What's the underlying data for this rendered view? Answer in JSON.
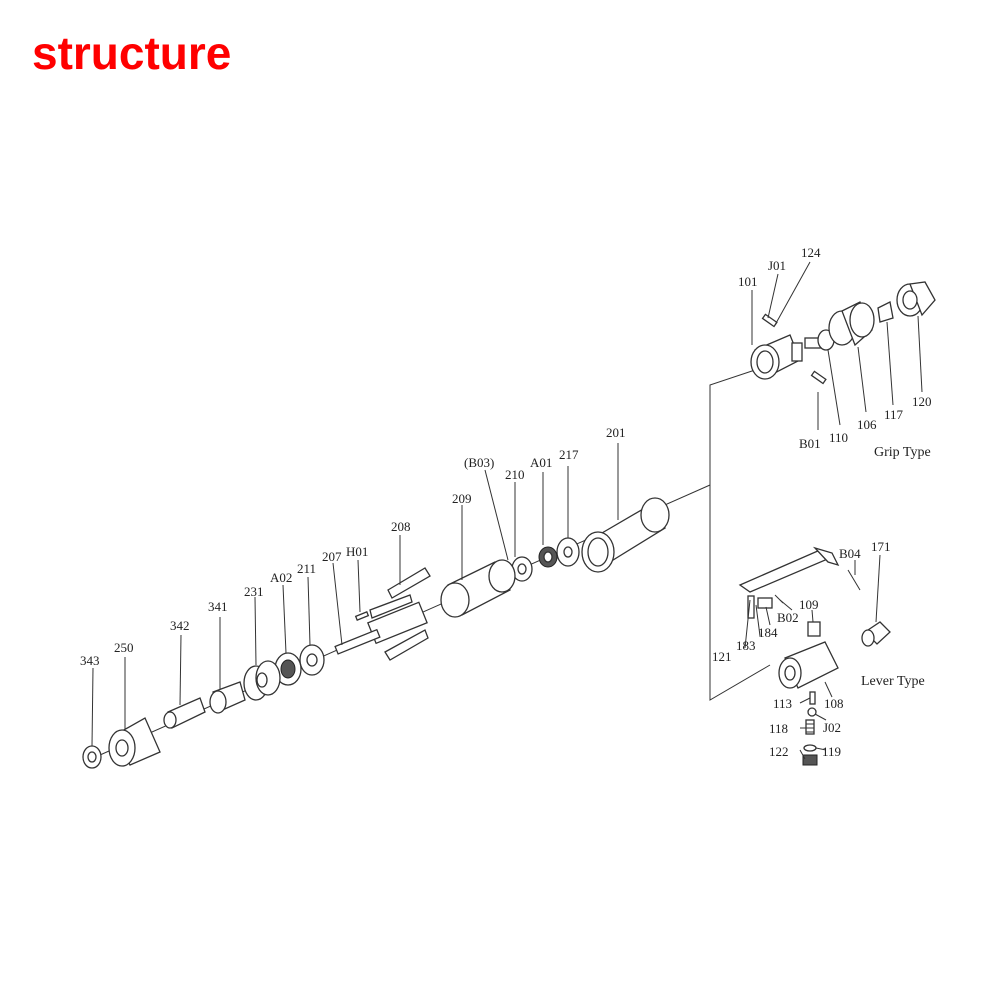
{
  "title": "structure",
  "colors": {
    "title": "#ff0000",
    "ink": "#333333"
  },
  "sections": {
    "grip": "Grip Type",
    "lever": "Lever Type"
  },
  "labels": {
    "p101": "101",
    "pJ01": "J01",
    "p124": "124",
    "pB01": "B01",
    "p110": "110",
    "p106": "106",
    "p117": "117",
    "p120": "120",
    "p201": "201",
    "p217": "217",
    "pA01": "A01",
    "p210": "210",
    "pB03": "(B03)",
    "p209": "209",
    "p208": "208",
    "pH01": "H01",
    "p207": "207",
    "p211": "211",
    "pA02": "A02",
    "p231": "231",
    "p341": "341",
    "p342": "342",
    "p250": "250",
    "p343": "343",
    "pB04": "B04",
    "p171": "171",
    "p109": "109",
    "pB02": "B02",
    "p184": "184",
    "p183": "183",
    "p121": "121",
    "p108": "108",
    "p113": "113",
    "p118": "118",
    "pJ02": "J02",
    "p122": "122",
    "p119": "119"
  }
}
